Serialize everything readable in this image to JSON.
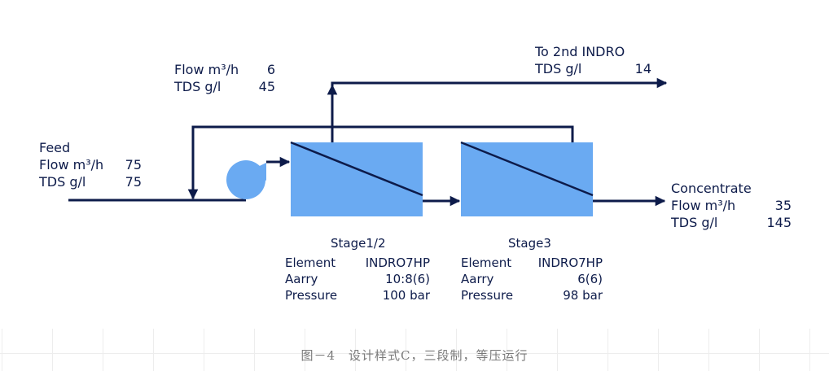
{
  "feed": {
    "title": "Feed",
    "flow_label": "Flow m³/h",
    "flow_value": "75",
    "tds_label": "TDS g/l",
    "tds_value": "75"
  },
  "recycle": {
    "flow_label": "Flow m³/h",
    "flow_value": "6",
    "tds_label": "TDS g/l",
    "tds_value": "45"
  },
  "permeate": {
    "title": "To 2nd INDRO",
    "tds_label": "TDS g/l",
    "tds_value": "14"
  },
  "concentrate": {
    "title": "Concentrate",
    "flow_label": "Flow m³/h",
    "flow_value": "35",
    "tds_label": "TDS g/l",
    "tds_value": "145"
  },
  "stage12": {
    "title": "Stage1/2",
    "element_label": "Element",
    "element_value": "INDRO7HP",
    "array_label": "Aarry",
    "array_value": "10:8(6)",
    "pressure_label": "Pressure",
    "pressure_value": "100 bar"
  },
  "stage3": {
    "title": "Stage3",
    "element_label": "Element",
    "element_value": "INDRO7HP",
    "array_label": "Aarry",
    "array_value": "6(6)",
    "pressure_label": "Pressure",
    "pressure_value": "98 bar"
  },
  "caption": "图－4　设计样式C，三段制，等压运行",
  "colors": {
    "line": "#0d1b4a",
    "membrane": "#6aaaf2",
    "pump": "#6aaaf2"
  }
}
